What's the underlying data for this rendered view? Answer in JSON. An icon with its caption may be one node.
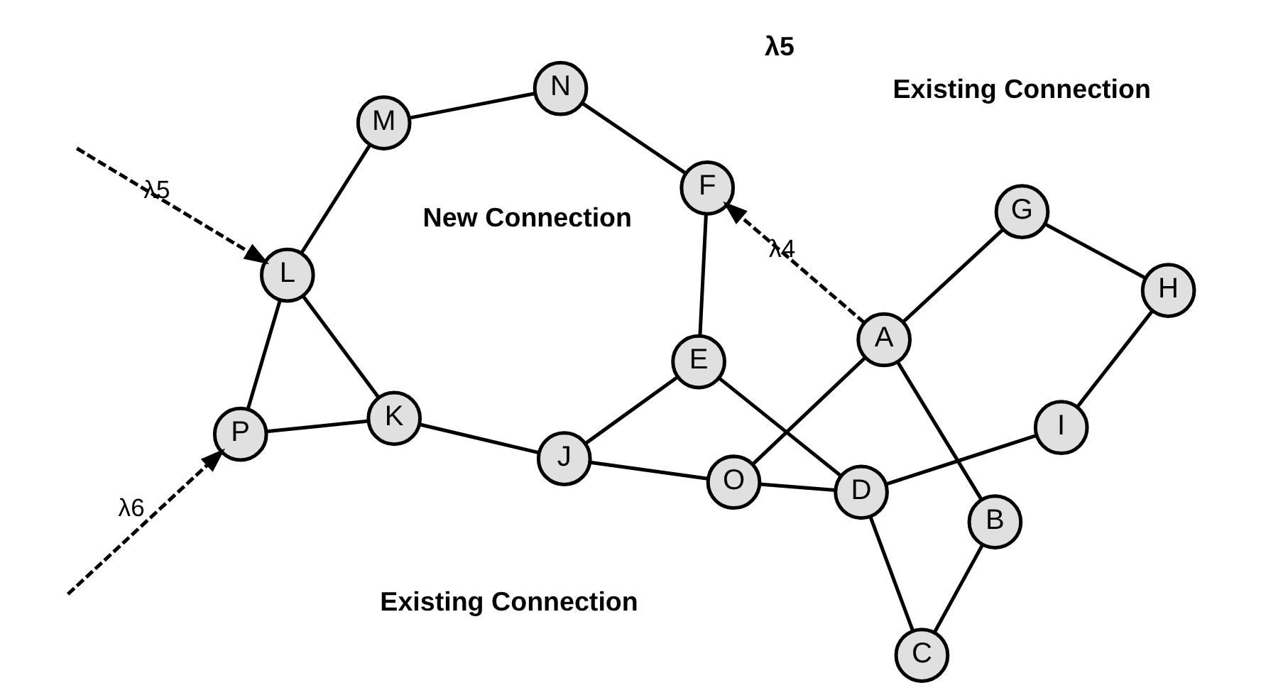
{
  "diagram": {
    "nodes": [
      {
        "text": [
          "P"
        ]
      },
      {
        "text": [
          "O"
        ]
      },
      {
        "text": [
          "K"
        ]
      },
      {
        "text": [
          "L"
        ]
      },
      {
        "text": [
          "J"
        ]
      },
      {
        "text": [
          "M"
        ]
      },
      {
        "text": [
          "A"
        ]
      },
      {
        "text": [
          "B"
        ]
      },
      {
        "text": [
          "C"
        ]
      },
      {
        "text": [
          "D"
        ]
      },
      {
        "text": [
          "E"
        ]
      },
      {
        "text": [
          "F"
        ]
      },
      {
        "text": [
          "N"
        ]
      },
      {
        "text": [
          "I"
        ]
      },
      {
        "text": [
          "G"
        ]
      },
      {
        "text": [
          "H"
        ]
      }
    ],
    "edges": [
      {
        "from": 6,
        "to": 7,
        "arrow": "none"
      },
      {
        "from": 7,
        "to": 8,
        "arrow": "none"
      },
      {
        "from": 8,
        "to": 9,
        "arrow": "none"
      },
      {
        "from": 9,
        "to": 10,
        "arrow": "none"
      },
      {
        "from": 10,
        "to": 11,
        "arrow": "none"
      },
      {
        "from": 11,
        "to": 12,
        "arrow": "none"
      },
      {
        "from": 12,
        "to": 5,
        "arrow": "none"
      },
      {
        "from": 5,
        "to": 3,
        "arrow": "none"
      },
      {
        "from": 3,
        "to": 2,
        "arrow": "none"
      },
      {
        "from": 3,
        "to": 0,
        "arrow": "none"
      },
      {
        "from": 0,
        "to": 2,
        "arrow": "none"
      },
      {
        "from": 2,
        "to": 4,
        "arrow": "none"
      },
      {
        "from": 4,
        "to": 10,
        "arrow": "none"
      },
      {
        "from": 4,
        "to": 1,
        "arrow": "none"
      },
      {
        "from": 1,
        "to": 9,
        "arrow": "none"
      },
      {
        "from": 1,
        "to": 6,
        "arrow": "none"
      },
      {
        "from": 6,
        "to": 14,
        "arrow": "none"
      },
      {
        "from": 14,
        "to": 15,
        "arrow": "none"
      },
      {
        "from": 15,
        "to": 13,
        "arrow": "none"
      },
      {
        "from": 13,
        "to": 9,
        "arrow": "none"
      },
      {
        "from": 6,
        "to": 11,
        "arrow": "to",
        "style": "dashed",
        "label": "λ4"
      },
      {
        "from": null,
        "to": 0,
        "arrow": "to",
        "style": "dashed",
        "label": "λ6"
      },
      {
        "from": null,
        "to": 3,
        "arrow": "to",
        "style": "dashed",
        "label": "λ5"
      }
    ],
    "labels": [
      "Existing Connection",
      "New Connection",
      "λ5",
      "Existing Connection"
    ]
  }
}
